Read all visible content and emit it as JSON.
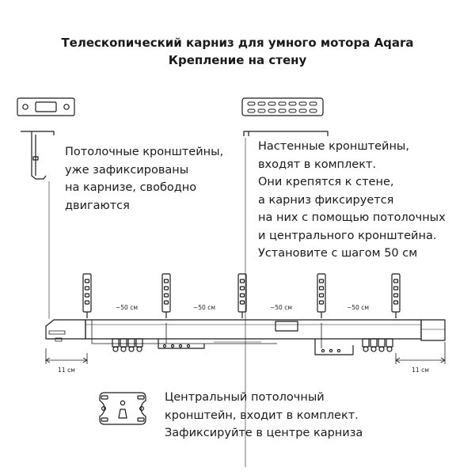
{
  "title": {
    "line1": "Телескопический карниз для умного мотора Aqara",
    "line2": "Крепление на стену"
  },
  "notes": {
    "ceiling_brackets": [
      "Потолочные кронштейны,",
      "уже зафиксированы",
      "на карнизе, свободно",
      "двигаются"
    ],
    "wall_brackets": [
      "Настенные кронштейны,",
      "входят в комплект.",
      "Они крепятся к стене,",
      "а карниз фиксируется",
      "на них с помощью потолочных",
      "и центрального кронштейна.",
      "Установите с шагом 50 см"
    ],
    "center_bracket": [
      "Центральный потолочный",
      "кронштейн, входит в комплект.",
      "Зафиксируйте в центре карниза"
    ]
  },
  "dimensions": {
    "spacing": [
      "~50 см",
      "~50 см",
      "~50 см",
      "~50 см"
    ],
    "left_end": "11 см",
    "right_end": "11 см"
  },
  "colors": {
    "line": "#1a1a1a"
  }
}
